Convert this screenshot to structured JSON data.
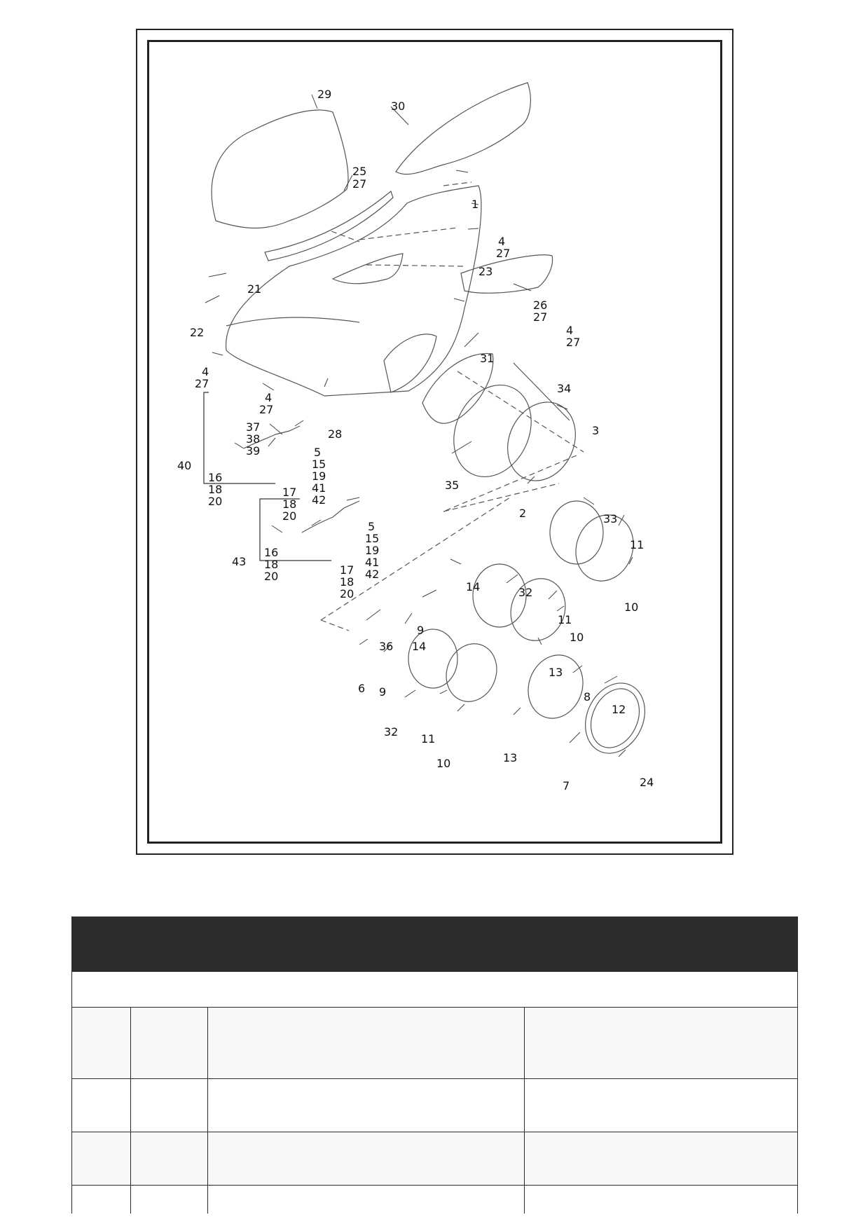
{
  "diagram": {
    "callouts": [
      {
        "id": "c-29",
        "text": "29"
      },
      {
        "id": "c-30",
        "text": "30"
      },
      {
        "id": "c-25",
        "text": "25"
      },
      {
        "id": "c-27a",
        "text": "27"
      },
      {
        "id": "c-1",
        "text": "1"
      },
      {
        "id": "c-4a",
        "text": "4"
      },
      {
        "id": "c-27b",
        "text": "27"
      },
      {
        "id": "c-23",
        "text": "23"
      },
      {
        "id": "c-26",
        "text": "26"
      },
      {
        "id": "c-27c",
        "text": "27"
      },
      {
        "id": "c-21",
        "text": "21"
      },
      {
        "id": "c-22",
        "text": "22"
      },
      {
        "id": "c-4b",
        "text": "4"
      },
      {
        "id": "c-27d",
        "text": "27"
      },
      {
        "id": "c-4c",
        "text": "4"
      },
      {
        "id": "c-27e",
        "text": "27"
      },
      {
        "id": "c-31",
        "text": "31"
      },
      {
        "id": "c-34",
        "text": "34"
      },
      {
        "id": "c-4d",
        "text": "4"
      },
      {
        "id": "c-27f",
        "text": "27"
      },
      {
        "id": "c-28",
        "text": "28"
      },
      {
        "id": "c-3",
        "text": "3"
      },
      {
        "id": "c-37",
        "text": "37"
      },
      {
        "id": "c-38",
        "text": "38"
      },
      {
        "id": "c-39",
        "text": "39"
      },
      {
        "id": "c-5a",
        "text": "5"
      },
      {
        "id": "c-15a",
        "text": "15"
      },
      {
        "id": "c-19a",
        "text": "19"
      },
      {
        "id": "c-41a",
        "text": "41"
      },
      {
        "id": "c-42a",
        "text": "42"
      },
      {
        "id": "c-40",
        "text": "40"
      },
      {
        "id": "c-16a",
        "text": "16"
      },
      {
        "id": "c-18a",
        "text": "18"
      },
      {
        "id": "c-20a",
        "text": "20"
      },
      {
        "id": "c-17a",
        "text": "17"
      },
      {
        "id": "c-18b",
        "text": "18"
      },
      {
        "id": "c-20b",
        "text": "20"
      },
      {
        "id": "c-35",
        "text": "35"
      },
      {
        "id": "c-2",
        "text": "2"
      },
      {
        "id": "c-33",
        "text": "33"
      },
      {
        "id": "c-11a",
        "text": "11"
      },
      {
        "id": "c-5b",
        "text": "5"
      },
      {
        "id": "c-15b",
        "text": "15"
      },
      {
        "id": "c-19b",
        "text": "19"
      },
      {
        "id": "c-41b",
        "text": "41"
      },
      {
        "id": "c-42b",
        "text": "42"
      },
      {
        "id": "c-43",
        "text": "43"
      },
      {
        "id": "c-16b",
        "text": "16"
      },
      {
        "id": "c-18c",
        "text": "18"
      },
      {
        "id": "c-20c",
        "text": "20"
      },
      {
        "id": "c-17b",
        "text": "17"
      },
      {
        "id": "c-18d",
        "text": "18"
      },
      {
        "id": "c-20d",
        "text": "20"
      },
      {
        "id": "c-10a",
        "text": "10"
      },
      {
        "id": "c-14a",
        "text": "14"
      },
      {
        "id": "c-32a",
        "text": "32"
      },
      {
        "id": "c-9a",
        "text": "9"
      },
      {
        "id": "c-11b",
        "text": "11"
      },
      {
        "id": "c-10b",
        "text": "10"
      },
      {
        "id": "c-36",
        "text": "36"
      },
      {
        "id": "c-14b",
        "text": "14"
      },
      {
        "id": "c-13a",
        "text": "13"
      },
      {
        "id": "c-6",
        "text": "6"
      },
      {
        "id": "c-9b",
        "text": "9"
      },
      {
        "id": "c-8",
        "text": "8"
      },
      {
        "id": "c-12",
        "text": "12"
      },
      {
        "id": "c-32b",
        "text": "32"
      },
      {
        "id": "c-11c",
        "text": "11"
      },
      {
        "id": "c-13b",
        "text": "13"
      },
      {
        "id": "c-10c",
        "text": "10"
      },
      {
        "id": "c-7",
        "text": "7"
      },
      {
        "id": "c-24",
        "text": "24"
      }
    ]
  },
  "table": {
    "headers": [
      "",
      "",
      "",
      ""
    ],
    "section_label": "",
    "rows": [
      [
        "",
        "",
        "",
        ""
      ],
      [
        "",
        "",
        "",
        ""
      ],
      [
        "",
        "",
        "",
        ""
      ],
      [
        "",
        "",
        "",
        ""
      ]
    ]
  }
}
